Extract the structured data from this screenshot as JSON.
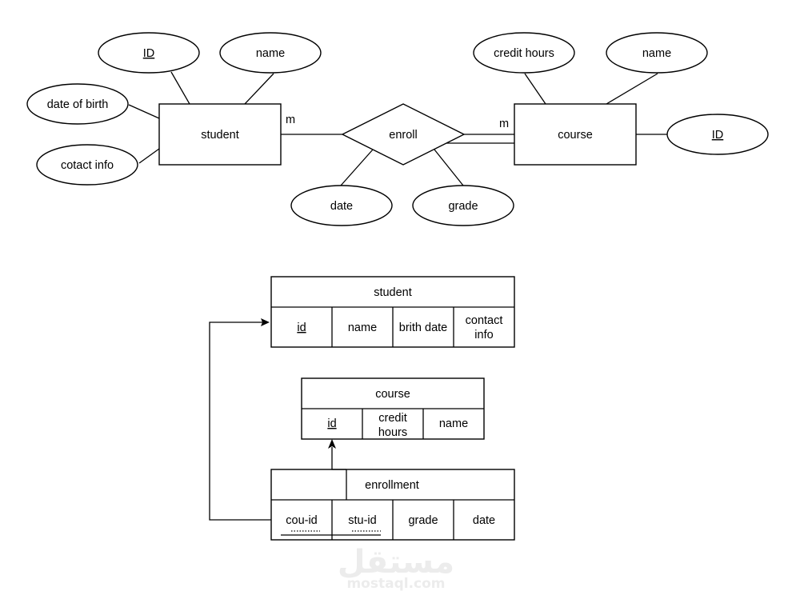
{
  "er_diagram": {
    "student_entity": "student",
    "course_entity": "course",
    "relationship": "enroll",
    "cardinality_student": "m",
    "cardinality_course": "m",
    "student_attributes": {
      "id": "ID",
      "name": "name",
      "date_of_birth": "date of birth",
      "contact_info": "cotact info"
    },
    "course_attributes": {
      "credit_hours": "credit hours",
      "name": "name",
      "id": "ID"
    },
    "relationship_attributes": {
      "date": "date",
      "grade": "grade"
    }
  },
  "schema": {
    "student_table": {
      "title": "student",
      "columns": [
        "id",
        "name",
        "brith date",
        "contact",
        "info"
      ]
    },
    "course_table": {
      "title": "course",
      "columns": [
        "id",
        "credit",
        "hours",
        "name"
      ]
    },
    "enrollment_table": {
      "title": "enrollment",
      "columns": [
        "cou-id",
        "stu-id",
        "grade",
        "date"
      ]
    }
  },
  "watermark": {
    "arabic": "مستقل",
    "latin": "mostaql.com"
  }
}
